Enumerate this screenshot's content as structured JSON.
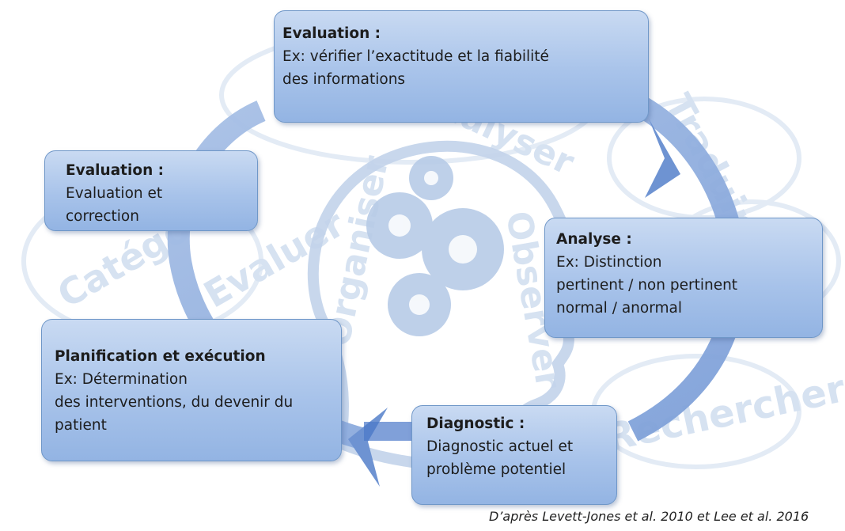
{
  "watermark_words": [
    "Evaluer",
    "Catégo",
    "Organiser",
    "Observer",
    "Rechercher",
    "Traduire",
    "Analyser"
  ],
  "boxes": {
    "top": {
      "title": "Evaluation :",
      "lines": [
        "Ex: vérifier l’exactitude et la fiabilité",
        "des informations"
      ]
    },
    "left": {
      "title": "Evaluation :",
      "lines": [
        "Evaluation et",
        "correction"
      ]
    },
    "right": {
      "title": "Analyse :",
      "lines": [
        "Ex: Distinction",
        "pertinent / non pertinent",
        "normal / anormal"
      ]
    },
    "bottom_left": {
      "title": "Planification et exécution",
      "lines": [
        "Ex: Détermination",
        "des interventions, du devenir du",
        "patient"
      ]
    },
    "bottom": {
      "title": "Diagnostic :",
      "lines": [
        "Diagnostic actuel et",
        "problème potentiel"
      ]
    }
  },
  "caption": "D’après Levett-Jones et al. 2010 et Lee et al. 2016",
  "colors": {
    "box_fill": "#a8c3ea",
    "box_border": "#6f97c8",
    "cycle_arrow": "#8eaee0",
    "watermark": "#cfdcee"
  }
}
